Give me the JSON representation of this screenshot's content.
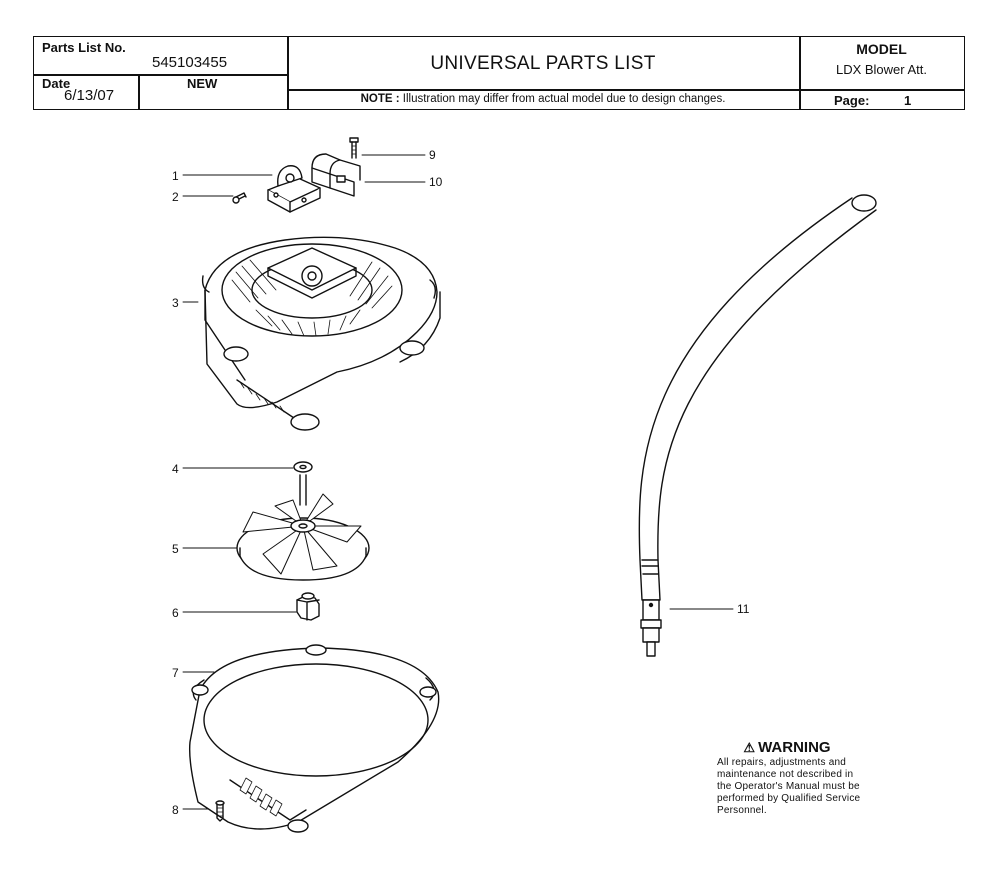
{
  "header": {
    "parts_list_label": "Parts List No.",
    "parts_list_no": "545103455",
    "date_label": "Date",
    "date": "6/13/07",
    "status": "NEW",
    "title": "UNIVERSAL PARTS LIST",
    "model_label": "MODEL",
    "model": "LDX Blower Att.",
    "note_bold": "NOTE :",
    "note_text": " Illustration may differ from actual model due to design changes.",
    "page_label": "Page:",
    "page": "1"
  },
  "callouts": [
    "1",
    "2",
    "3",
    "4",
    "5",
    "6",
    "7",
    "8",
    "9",
    "10",
    "11"
  ],
  "warning": {
    "title": "WARNING",
    "line1": "All repairs, adjustments and",
    "line2": "maintenance not described in",
    "line3": "the Operator's Manual must be",
    "line4": "performed by Qualified Service",
    "line5": "Personnel."
  }
}
